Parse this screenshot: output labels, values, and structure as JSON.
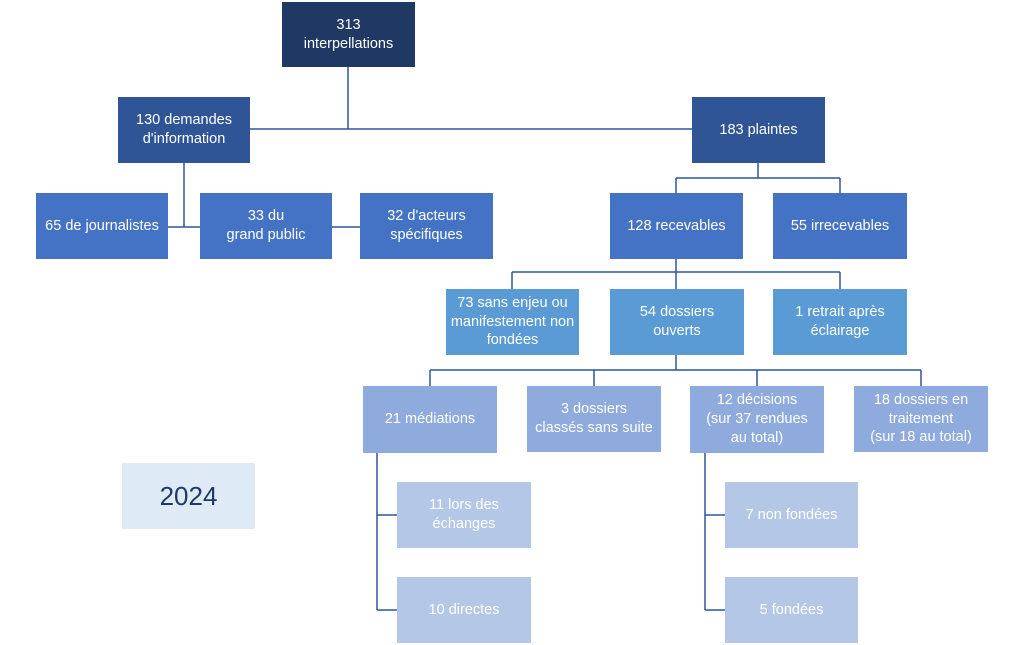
{
  "year": "2024",
  "colors": {
    "level0": "#1f3864",
    "level1": "#2f5597",
    "level2": "#4472c4",
    "level3": "#5b9bd5",
    "level4": "#8faadc",
    "level5": "#b4c7e7",
    "connector": "#2f5597"
  },
  "nodes": {
    "interpellations": "313\ninterpellations",
    "demandes": "130 demandes\nd'information",
    "plaintes": "183 plaintes",
    "journalistes": "65 de journalistes",
    "grand_public": "33 du\ngrand public",
    "acteurs": "32 d'acteurs\nspécifiques",
    "recevables": "128 recevables",
    "irrecevables": "55 irrecevables",
    "sans_enjeu": "73 sans enjeu ou\nmanifestement non\nfondées",
    "dossiers_ouverts": "54 dossiers\nouverts",
    "retrait": "1 retrait après\néclairage",
    "mediations": "21 médiations",
    "classes": "3 dossiers\nclassés sans suite",
    "decisions": "12 décisions\n(sur 37 rendues\nau total)",
    "traitement": "18 dossiers en\ntraitement\n(sur 18 au total)",
    "echanges": "11 lors des\néchanges",
    "directes": "10 directes",
    "non_fondees": "7 non fondées",
    "fondees": "5 fondées"
  }
}
